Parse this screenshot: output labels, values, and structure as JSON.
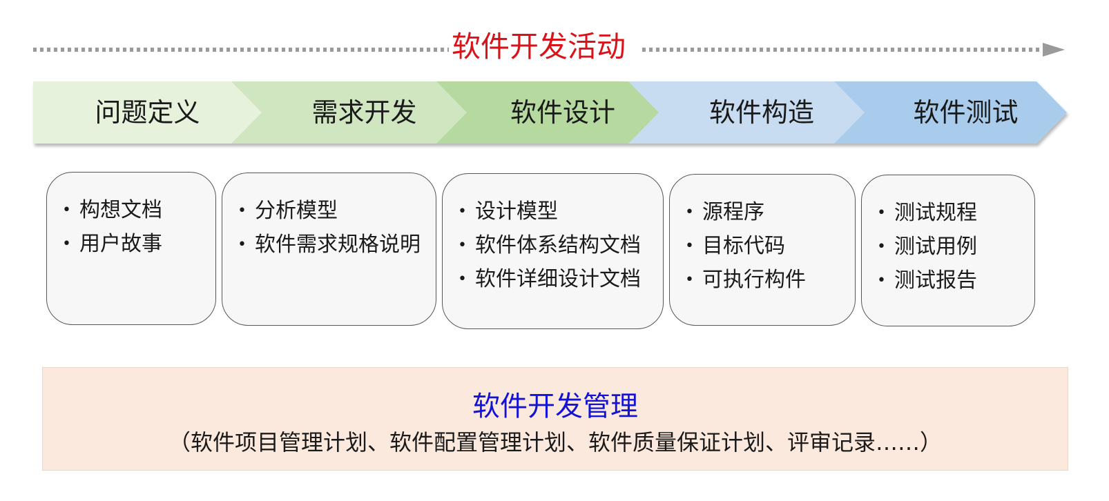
{
  "activity": {
    "title": "软件开发活动",
    "title_color": "#d8141b"
  },
  "phases": [
    {
      "label": "问题定义",
      "color": "#e6f2dc"
    },
    {
      "label": "需求开发",
      "color": "#cfe6c1"
    },
    {
      "label": "软件设计",
      "color": "#b5d99f"
    },
    {
      "label": "软件构造",
      "color": "#c7dcf0"
    },
    {
      "label": "软件测试",
      "color": "#a9cbec"
    }
  ],
  "artifacts": [
    {
      "items": [
        "构想文档",
        "用户故事"
      ]
    },
    {
      "items": [
        "分析模型",
        "软件需求规格说明"
      ]
    },
    {
      "items": [
        "设计模型",
        "软件体系结构文档",
        "软件详细设计文档"
      ]
    },
    {
      "items": [
        "源程序",
        "目标代码",
        "可执行构件"
      ]
    },
    {
      "items": [
        "测试规程",
        "测试用例",
        "测试报告"
      ]
    }
  ],
  "management": {
    "title": "软件开发管理",
    "title_color": "#1313d6",
    "detail": "（软件项目管理计划、软件配置管理计划、软件质量保证计划、评审记录……）",
    "background": "#fce9de"
  }
}
